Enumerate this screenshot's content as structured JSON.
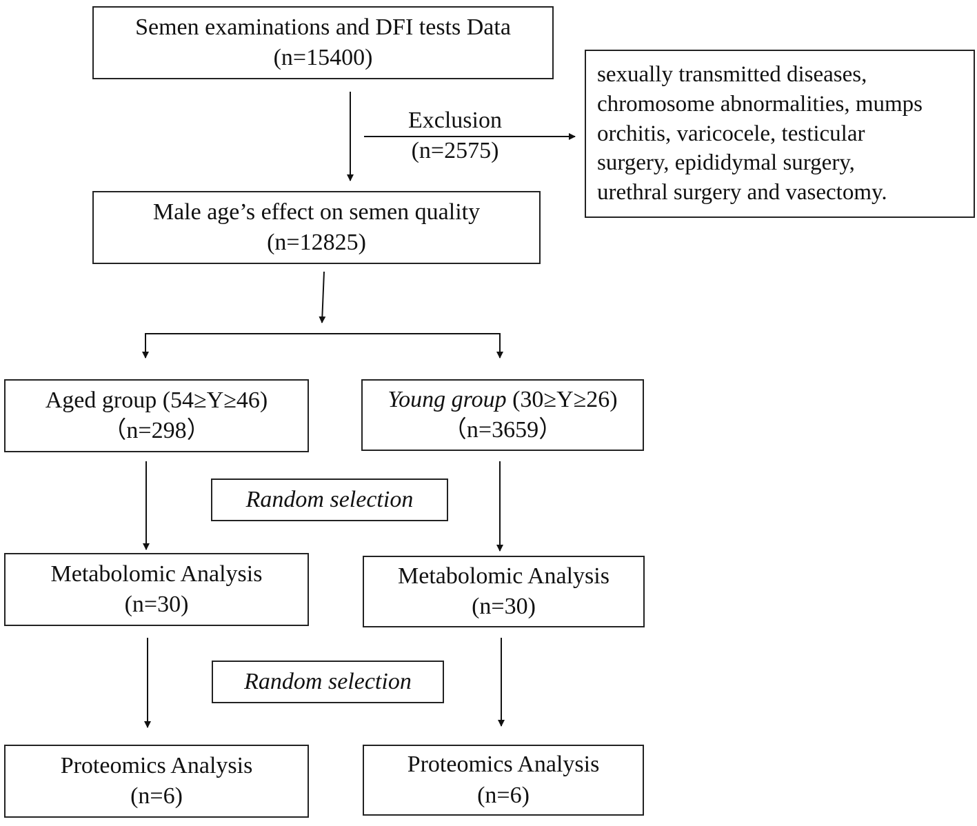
{
  "source_box": {
    "title": "Semen examinations  and DFI tests Data",
    "count": "(n=15400)"
  },
  "exclusion": {
    "label": "Exclusion",
    "count": "(n=2575)",
    "reasons": [
      "sexually  transmitted  diseases,",
      "chromosome abnormalities,  mumps",
      "orchitis, varicocele, testicular",
      "surgery, epididymal  surgery,",
      "urethral  surgery and vasectomy."
    ]
  },
  "cohort_box": {
    "title": "Male  age’s effect on semen quality",
    "count": "(n=12825)"
  },
  "aged_group": {
    "name": "Aged group",
    "range": " (54≥Y≥46)",
    "count": "（n=298）"
  },
  "young_group": {
    "name": "Young group",
    "range": " (30≥Y≥26)",
    "count": "（n=3659）"
  },
  "random_selection_1": "Random selection",
  "random_selection_2": "Random selection",
  "metabolomic_aged": {
    "title": "Metabolomic Analysis",
    "count": "(n=30)"
  },
  "metabolomic_young": {
    "title": "Metabolomic Analysis",
    "count": "(n=30)"
  },
  "proteomics_aged": {
    "title": "Proteomics Analysis",
    "count": "(n=6)"
  },
  "proteomics_young": {
    "title": "Proteomics Analysis",
    "count": "(n=6)"
  }
}
